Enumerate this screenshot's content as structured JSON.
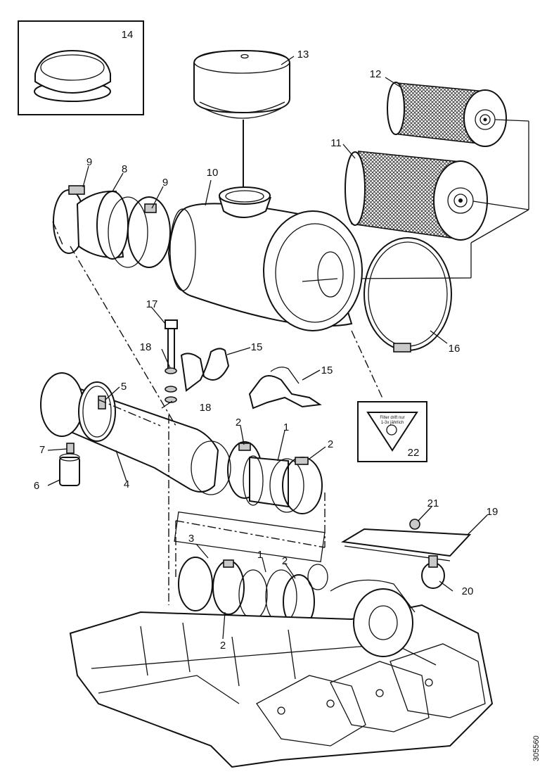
{
  "callouts": {
    "c1a": "1",
    "c1b": "1",
    "c2a": "2",
    "c2b": "2",
    "c2c": "2",
    "c2d": "2",
    "c3": "3",
    "c4": "4",
    "c5": "5",
    "c6": "6",
    "c7": "7",
    "c8": "8",
    "c9a": "9",
    "c9b": "9",
    "c10": "10",
    "c11": "11",
    "c12": "12",
    "c13": "13",
    "c14": "14",
    "c15a": "15",
    "c15b": "15",
    "c16": "16",
    "c17": "17",
    "c18a": "18",
    "c18b": "18",
    "c19": "19",
    "c20": "20",
    "c21": "21",
    "c22": "22"
  },
  "warning_sign": {
    "line1": "Filter drift nur",
    "line2": "1-3x jährlich"
  },
  "drawing_code": "305560"
}
